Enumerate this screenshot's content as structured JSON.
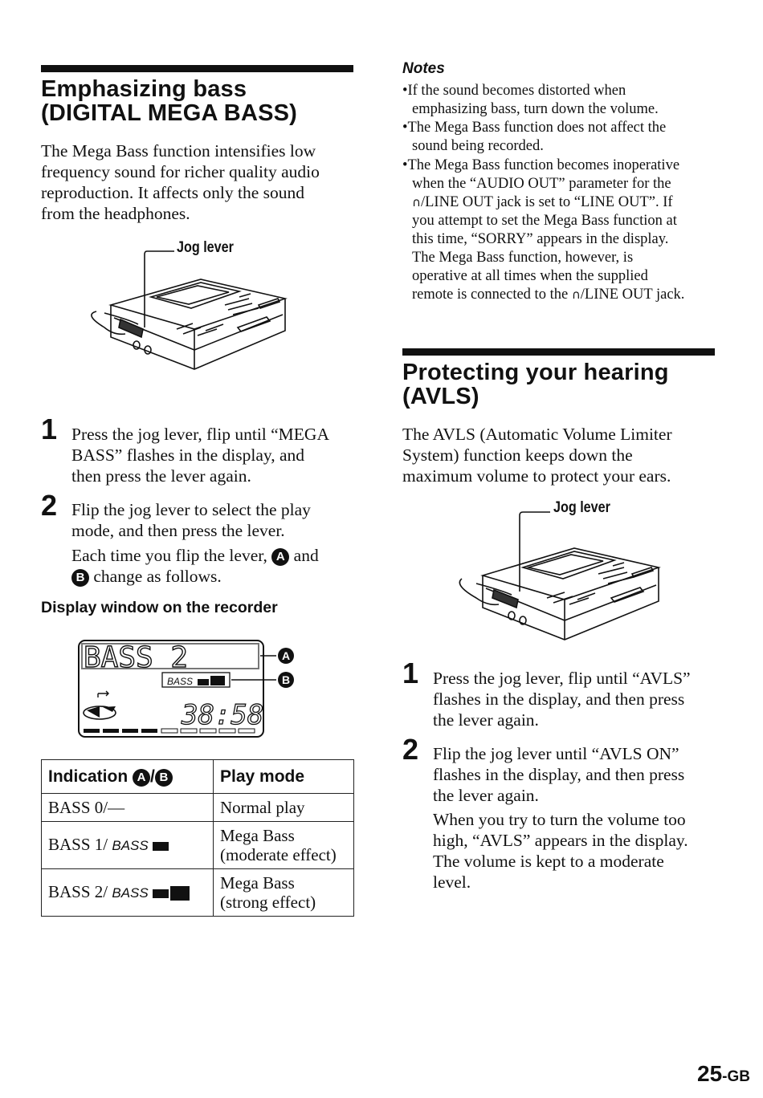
{
  "left": {
    "title_line1": "Emphasizing bass",
    "title_line2": "(DIGITAL MEGA BASS)",
    "intro": [
      "The Mega Bass function intensifies low",
      "frequency sound for richer quality audio",
      "reproduction. It affects only the sound",
      "from the headphones."
    ],
    "jog_label": "Jog lever",
    "step1_num": "1",
    "step1": [
      "Press the jog lever, flip until “MEGA",
      "BASS” flashes in the display, and",
      "then press the lever again."
    ],
    "step2_num": "2",
    "step2": [
      "Flip the jog lever to select the play",
      "mode, and then press the lever."
    ],
    "step2_extra_a": "Each time you flip the lever,",
    "step2_extra_and": "and",
    "step2_extra_b": "change as follows.",
    "marker_a": "A",
    "marker_b": "B",
    "display_heading": "Display window on the recorder",
    "display": {
      "main_text": "BASS 2",
      "small_text": "BASS",
      "time": "38:58",
      "repeat_icon": "repeat-icon",
      "disc_icon": "disc-icon"
    },
    "table": {
      "header_indication": "Indication",
      "header_sep": "/",
      "header_play": "Play mode",
      "rows": [
        {
          "ind": "BASS 0/—",
          "mode1": "Normal play",
          "mode2": "",
          "bars": 0
        },
        {
          "ind": "BASS 1/",
          "mode1": "Mega Bass",
          "mode2": "(moderate effect)",
          "bars": 1
        },
        {
          "ind": "BASS 2/",
          "mode1": "Mega Bass",
          "mode2": "(strong effect)",
          "bars": 2
        }
      ],
      "bass_word": "BASS"
    }
  },
  "right": {
    "notes_title": "Notes",
    "notes": [
      [
        "If the sound becomes distorted when",
        "emphasizing bass, turn down the volume."
      ],
      [
        "The Mega Bass function does not affect the",
        "sound being recorded."
      ],
      [
        "The Mega Bass function becomes inoperative",
        "when the “AUDIO OUT” parameter for the",
        "/LINE OUT jack is set to “LINE OUT”. If",
        "you attempt to set the Mega Bass function at",
        "this time, “SORRY” appears in the display.",
        "The Mega Bass function, however, is",
        "operative at all times when the supplied",
        "remote is connected to the",
        "/LINE OUT jack."
      ]
    ],
    "title_line1": "Protecting your hearing",
    "title_line2": "(AVLS)",
    "intro": [
      "The AVLS (Automatic Volume Limiter",
      "System) function keeps down the",
      "maximum volume to protect your ears."
    ],
    "jog_label": "Jog lever",
    "step1_num": "1",
    "step1": [
      "Press the jog lever, flip until “AVLS”",
      "flashes in the display, and then press",
      "the lever again."
    ],
    "step2_num": "2",
    "step2": [
      "Flip the jog lever until “AVLS ON”",
      "flashes in the display, and then press",
      "the lever again."
    ],
    "step2_extra": [
      "When you try to turn the volume too",
      "high, “AVLS” appears in the display.",
      "The volume is kept to a moderate",
      "level."
    ]
  },
  "page": {
    "number": "25",
    "suffix": "-GB"
  }
}
